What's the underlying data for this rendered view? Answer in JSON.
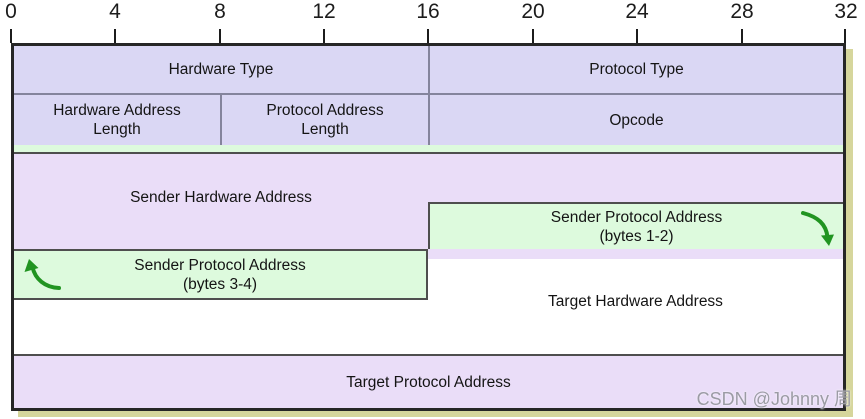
{
  "ruler": {
    "labels": [
      "0",
      "4",
      "8",
      "12",
      "16",
      "20",
      "24",
      "28",
      "32"
    ]
  },
  "fields": {
    "hardware_type": "Hardware Type",
    "protocol_type": "Protocol Type",
    "hw_addr_len_line1": "Hardware Address",
    "hw_addr_len_line2": "Length",
    "proto_addr_len_line1": "Protocol Address",
    "proto_addr_len_line2": "Length",
    "opcode": "Opcode",
    "sender_hw_addr": "Sender Hardware Address",
    "sender_proto_addr_line1": "Sender Protocol Address",
    "sender_proto_addr_12_line2": "(bytes 1-2)",
    "sender_proto_addr_34_line1": "Sender Protocol Address",
    "sender_proto_addr_34_line2": "(bytes 3-4)",
    "target_hw_addr": "Target Hardware Address",
    "target_proto_addr": "Target Protocol Address"
  },
  "colors": {
    "lavender": "#dad7f4",
    "green": "#ddfadd",
    "purple": "#eaddf8",
    "shadow": "#d6d69c",
    "arrow_green": "#219421"
  },
  "watermark": "CSDN @Johnny 周"
}
